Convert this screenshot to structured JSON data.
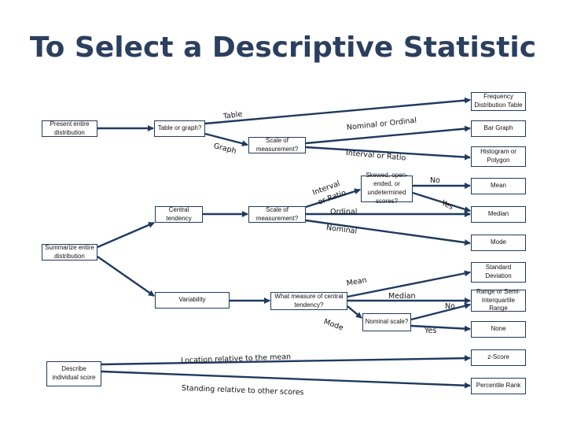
{
  "title": "To Select a Descriptive Statistic",
  "boxes": {
    "present_entire": "Present entire distribution",
    "table_or_graph": "Table or graph?",
    "scale1": "Scale of measurement?",
    "central_tendency": "Central tendency",
    "scale2": "Scale of measurement?",
    "skewed": "Skewed, open-ended, or undetermined scores?",
    "summarize": "Summarize entire distribution",
    "variability": "Variability",
    "what_measure": "What measure of central tendency?",
    "nominal_scale": "Nominal scale?",
    "describe_individual": "Describe individual score",
    "freq_table": "Frequency Distribution Table",
    "bar_graph": "Bar Graph",
    "histogram": "Histogram or Polygon",
    "mean": "Mean",
    "median": "Median",
    "mode": "Mode",
    "std_dev": "Standard Deviation",
    "range": "Range or Semi-Interquartile Range",
    "none": "None",
    "zscore": "z-Score",
    "percentile": "Percentile Rank"
  },
  "labels": {
    "table": "Table",
    "graph": "Graph",
    "nominal_or_ordinal": "Nominal or Ordinal",
    "interval_or_ratio": "Interval or Ratio",
    "interval": "Interval",
    "or_ratio": "or Ratio",
    "ordinal": "Ordinal",
    "nominal": "Nominal",
    "no1": "No",
    "yes1": "Yes",
    "mean": "Mean",
    "median": "Median",
    "mode": "Mode",
    "no2": "No",
    "yes2": "Yes",
    "location": "Location relative to the mean",
    "standing": "Standing relative to other scores"
  }
}
